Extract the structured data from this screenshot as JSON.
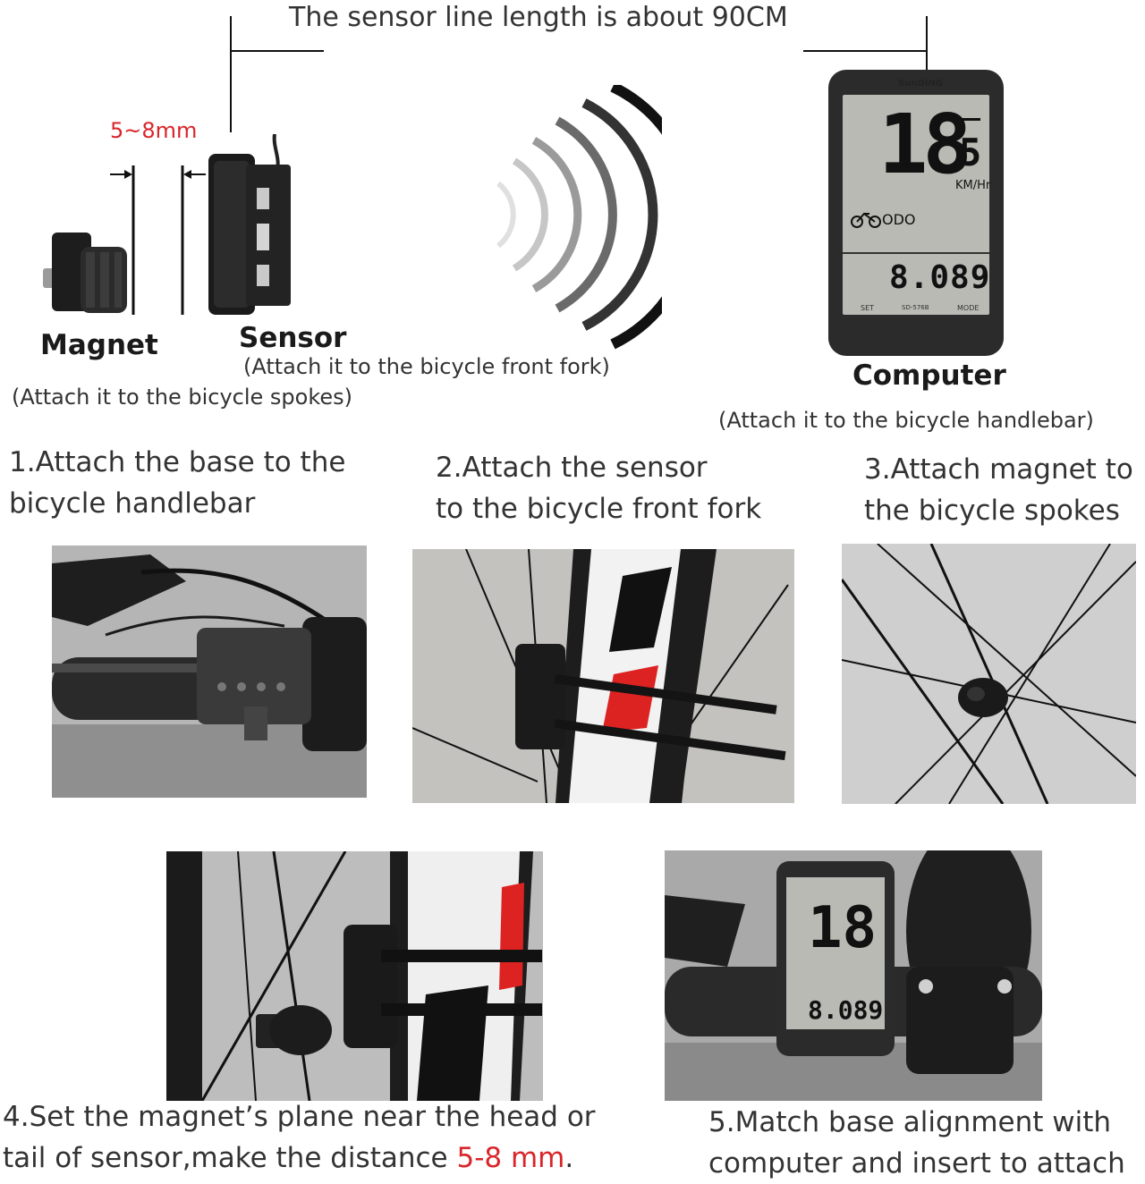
{
  "header": {
    "text": "The sensor line length is about 90CM"
  },
  "gap": {
    "text": "5~8mm"
  },
  "parts": {
    "magnet": {
      "label": "Magnet",
      "note": "(Attach it to the bicycle spokes)"
    },
    "sensor": {
      "label": "Sensor",
      "note": "(Attach it to the bicycle front fork)"
    },
    "computer": {
      "label": "Computer",
      "note": "(Attach it to the bicycle handlebar)"
    }
  },
  "device": {
    "brand": "SunDING",
    "speed_main": "18",
    "speed_decimal": "5",
    "unit": "KM/Hr",
    "mode": "ODO",
    "odometer": "8.089",
    "btn_left": "SET",
    "model": "SD-576B",
    "btn_right": "MODE"
  },
  "steps": {
    "s1": {
      "line1": "1.Attach the base to the",
      "line2": "bicycle handlebar"
    },
    "s2": {
      "line1": "2.Attach the  sensor",
      "line2": "to the bicycle front fork"
    },
    "s3": {
      "line1": "3.Attach magnet to",
      "line2": "the bicycle spokes"
    },
    "s4": {
      "line1": "4.Set the magnet’s plane near the head or",
      "line2_prefix": "tail of sensor,make the distance ",
      "line2_red": "5-8 mm",
      "line2_suffix": "."
    },
    "s5": {
      "line1": "5.Match base alignment with",
      "line2": "computer and insert to attach"
    }
  },
  "colors": {
    "accent_red": "#d8262a",
    "lcd": "#b9bab4",
    "device_body": "#2b2b2b"
  }
}
